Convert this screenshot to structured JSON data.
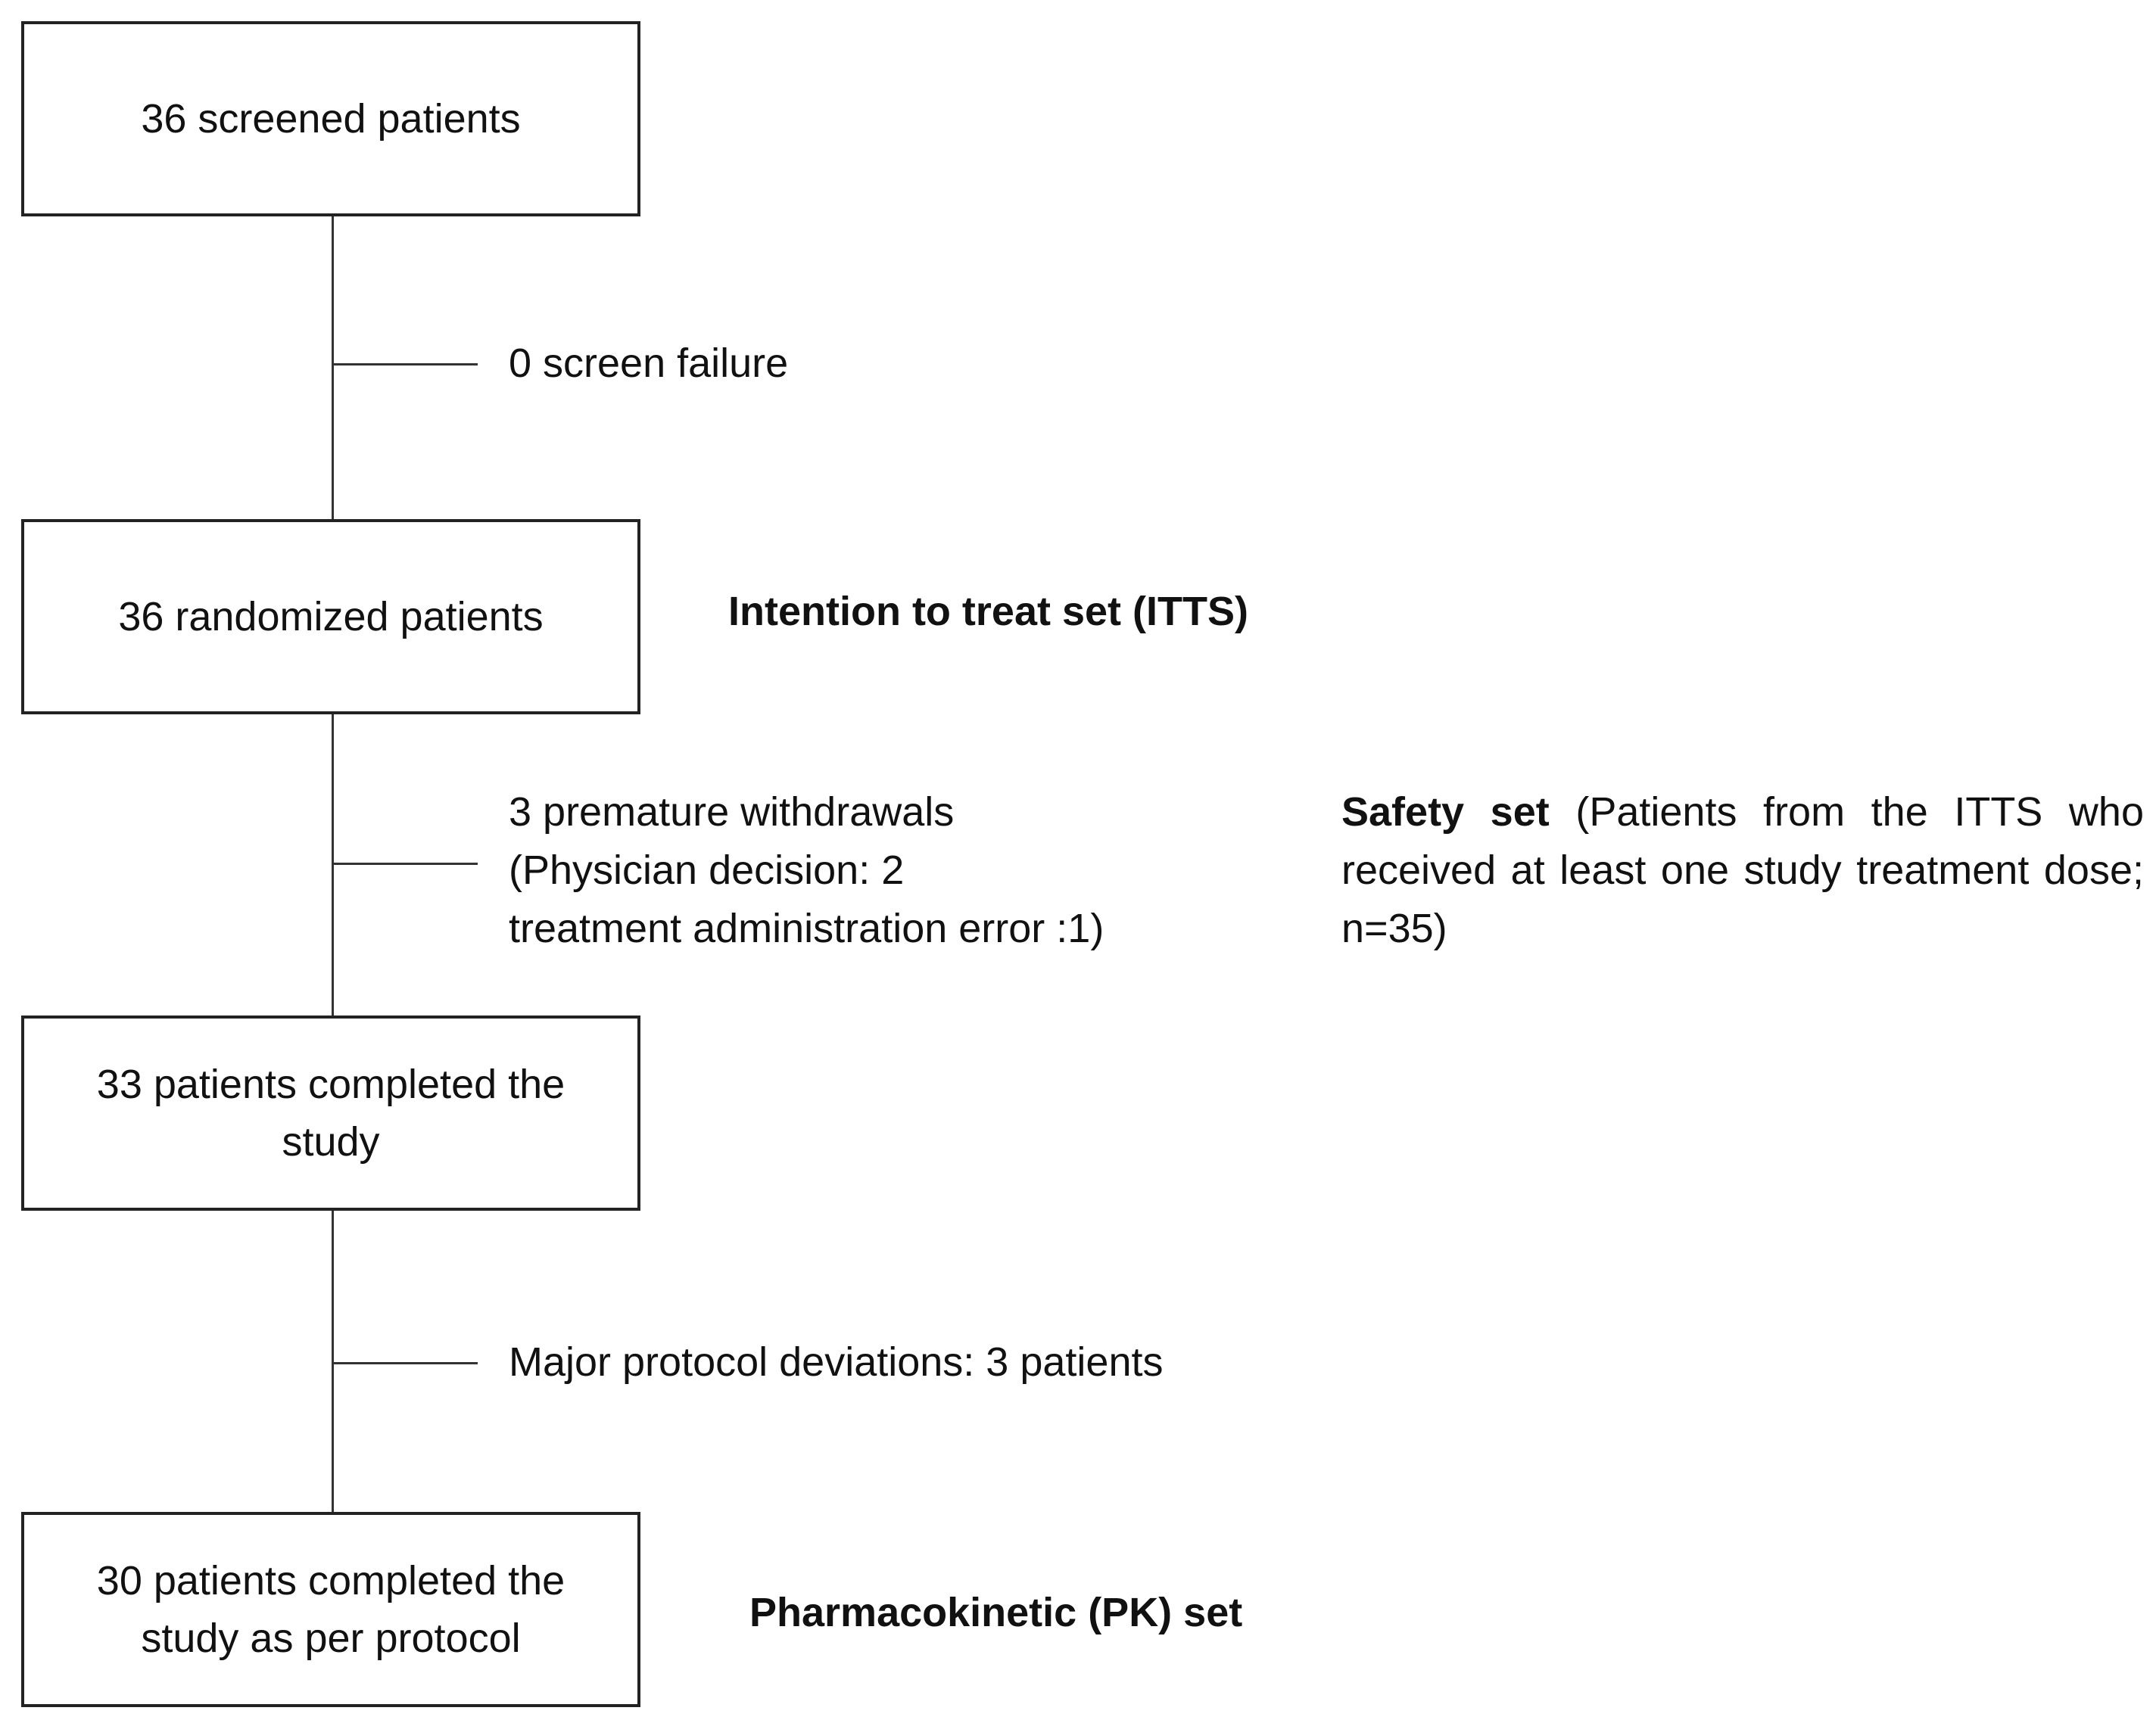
{
  "boxes": {
    "screened": "36 screened patients",
    "randomized": "36 randomized patients",
    "completed": "33 patients completed the study",
    "per_protocol": "30 patients completed the study as per protocol"
  },
  "notes": {
    "screen_failure": "0 screen failure",
    "withdrawals_line1": "3 premature withdrawals",
    "withdrawals_line2": "(Physician decision: 2",
    "withdrawals_line3": "treatment administration error :1)",
    "deviations": "Major protocol deviations: 3 patients"
  },
  "sets": {
    "itts": "Intention to treat set (ITTS)",
    "safety_title": "Safety set",
    "safety_desc": "(Patients from the ITTS who received at least one study treatment dose; n=35)",
    "pk": "Pharmacokinetic (PK) set"
  }
}
